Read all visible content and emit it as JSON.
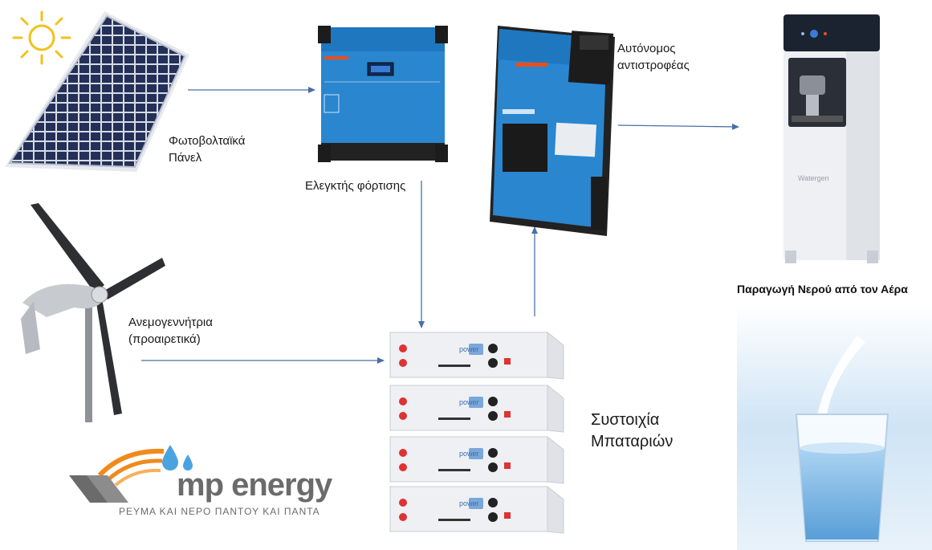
{
  "labels": {
    "pv_panel": [
      "Φωτοβολταϊκά",
      "Πάνελ"
    ],
    "charge_controller": "Ελεγκτής φόρτισης",
    "inverter": [
      "Αυτόνομος",
      "αντιστροφέας"
    ],
    "wind_turbine": [
      "Ανεμογεννήτρια",
      "(προαιρετικά)"
    ],
    "battery_bank": [
      "Συστοιχία",
      "Μπαταριών"
    ],
    "water_generator": "Παραγωγή Νερού από τον Αέρα"
  },
  "logo": {
    "brand": "mp energy",
    "tagline": "ΡΕΥΜΑ ΚΑΙ ΝΕΡΟ ΠΑΝΤΟΥ ΚΑΙ ΠΑΝΤΑ"
  },
  "device_marks": {
    "battery_brand": "power",
    "water_unit_brand": "Watergen"
  },
  "colors": {
    "arrow": "#4a6fa5",
    "victron_blue": "#2a86cf",
    "logo_orange": "#f08a1c",
    "logo_gray": "#6b6b6b",
    "drop_blue": "#4aa3df"
  }
}
